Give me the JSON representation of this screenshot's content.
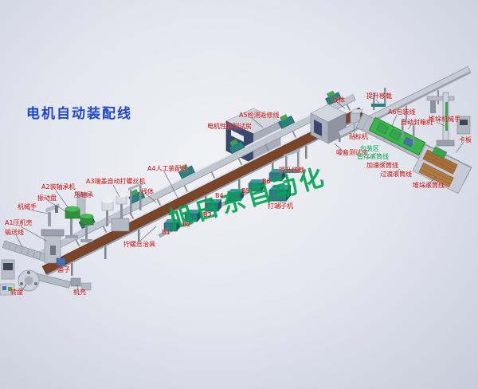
{
  "title": "电机自动装配线",
  "watermark": "旭日东自动化",
  "labels": {
    "a4_manual_assembly": "A4人工装配线",
    "a3_screw_machine": "A3端盖自动打螺丝机",
    "a2_bearing_machine": "A2装轴承机",
    "line_body_mid": "线体",
    "press_bearing": "压轴承",
    "vibration_plate": "振动盘",
    "robot_hand": "机械手",
    "a1_press_housing": "A1压机壳",
    "conveyor_line": "输送线",
    "screw_fixture": "拧螺丝治具",
    "cover": "盖子",
    "turntable": "转盘",
    "housing": "机壳",
    "b1": "B1",
    "b2": "B2",
    "b3": "B3",
    "b4": "B4",
    "b5": "B5",
    "b6": "B6",
    "terminal_machine": "打端子机",
    "lift_transfer_mid": "提升移载",
    "motor_test_room": "电机性能测试房",
    "a5_inspection_line": "A5检测返修线",
    "line_body_top": "线体",
    "lift_transfer_top": "提升移载",
    "a6_packing_line": "A6包装线",
    "auto_carton_sealer": "自动封箱机",
    "stacking_robot": "堆垛机械手",
    "pallet": "卡板",
    "labeling_machine": "贴标机",
    "noise_test_room": "噪音测试房",
    "packing_zone": "包装区",
    "buffer_roller_line": "暂存滚筒线",
    "speedup_roller_line": "加速滚筒线",
    "transition_roller_line": "过渡滚筒线",
    "stacking_roller_line": "堆垛滚筒线"
  },
  "colors": {
    "title_blue": "#1f46cf",
    "watermark_green": "#00a651",
    "label_red": "#cf0000",
    "label_green": "#00a14e",
    "belt_brown": "#7a4428",
    "station_teal": "#2c7f7f",
    "belt_green": "#3cb44e",
    "pallet_wood": "#a86f38"
  }
}
